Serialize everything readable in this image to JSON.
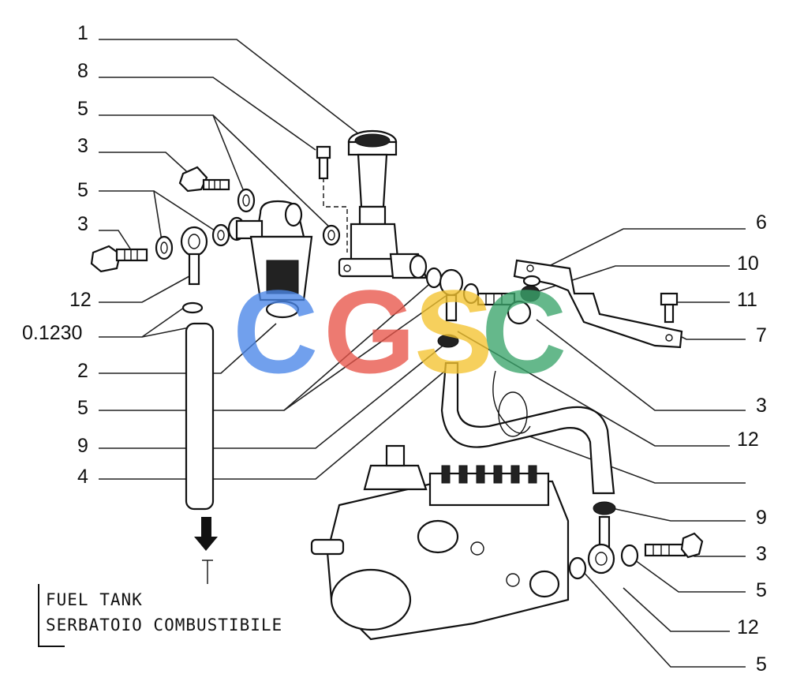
{
  "callouts_left": [
    "1",
    "8",
    "5",
    "3",
    "5",
    "3",
    "12",
    "0.1230",
    "2",
    "5",
    "9",
    "4"
  ],
  "callouts_right": [
    "6",
    "10",
    "11",
    "7",
    "3",
    "12",
    "9",
    "3",
    "5",
    "12",
    "5"
  ],
  "fuel_tank": {
    "line1": "FUEL TANK",
    "line2": "SERBATOIO COMBUSTIBILE"
  },
  "watermark": {
    "letters": [
      "C",
      "G",
      "S",
      "C"
    ],
    "colors": [
      "#4a86e8",
      "#e8564a",
      "#f4c430",
      "#3aa56b"
    ]
  }
}
